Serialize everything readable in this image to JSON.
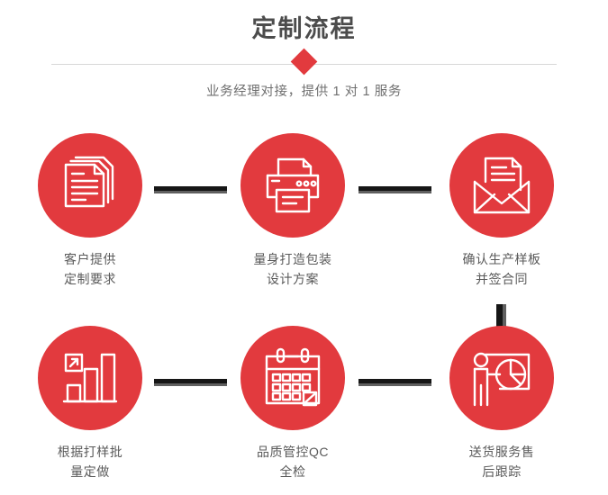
{
  "header": {
    "title": "定制流程",
    "subtitle": "业务经理对接，提供 1 对 1 服务",
    "accent_color": "#e23a3e",
    "title_color": "#4c4c4c",
    "subtitle_color": "#6f6f6f",
    "divider_color": "#d8d8d8"
  },
  "flow": {
    "connector_dark_color": "#161616",
    "connector_light_color": "#606060",
    "circle_color": "#e23a3e",
    "label_color": "#5a5a5a",
    "steps": [
      {
        "index": "1",
        "icon": "documents-stack-icon",
        "label": "客户提供\n定制要求"
      },
      {
        "index": "2",
        "icon": "printer-icon",
        "label": "量身打造包装\n设计方案"
      },
      {
        "index": "3",
        "icon": "envelope-letter-icon",
        "label": "确认生产样板\n并签合同"
      },
      {
        "index": "4",
        "icon": "bar-chart-growth-icon",
        "label": "根据打样批\n量定做"
      },
      {
        "index": "5",
        "icon": "calendar-check-icon",
        "label": "品质管控QC\n全检"
      },
      {
        "index": "6",
        "icon": "presenter-pie-chart-icon",
        "label": "送货服务售\n后跟踪"
      }
    ],
    "connectors": [
      {
        "name": "connector-step1-step2",
        "orientation": "horizontal"
      },
      {
        "name": "connector-step2-step3",
        "orientation": "horizontal"
      },
      {
        "name": "connector-step3-step6",
        "orientation": "vertical"
      },
      {
        "name": "connector-step4-step5",
        "orientation": "horizontal"
      },
      {
        "name": "connector-step5-step6",
        "orientation": "horizontal"
      }
    ]
  }
}
